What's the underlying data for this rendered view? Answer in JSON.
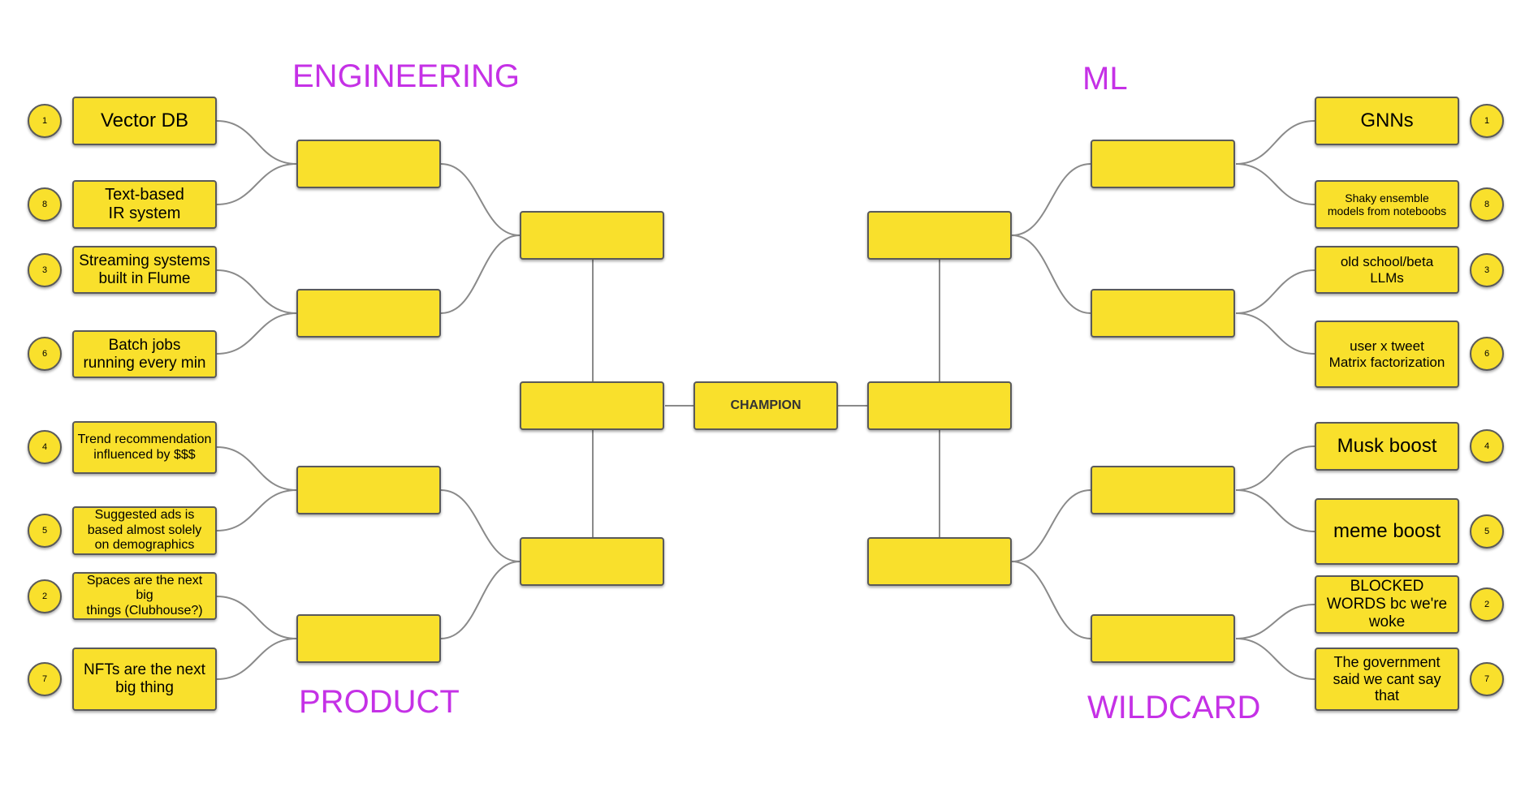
{
  "regions": {
    "engineering": "ENGINEERING",
    "ml": "ML",
    "product": "PRODUCT",
    "wildcard": "WILDCARD"
  },
  "champion_label": "CHAMPION",
  "colors": {
    "box": "#f9e02c",
    "border": "#5a5a5a",
    "region": "#c531e6",
    "line": "#8a8a8a"
  },
  "left_entries": [
    {
      "seed": "1",
      "text": "Vector DB"
    },
    {
      "seed": "8",
      "text": "Text-based\nIR system"
    },
    {
      "seed": "3",
      "text": "Streaming systems\nbuilt in Flume"
    },
    {
      "seed": "6",
      "text": "Batch jobs\nrunning every min"
    },
    {
      "seed": "4",
      "text": "Trend recommendation\ninfluenced by $$$"
    },
    {
      "seed": "5",
      "text": "Suggested ads is\nbased almost solely\non demographics"
    },
    {
      "seed": "2",
      "text": "Spaces are the next big\nthings (Clubhouse?)"
    },
    {
      "seed": "7",
      "text": "NFTs are the next\nbig thing"
    }
  ],
  "right_entries": [
    {
      "seed": "1",
      "text": "GNNs"
    },
    {
      "seed": "8",
      "text": "Shaky ensemble\nmodels from noteboobs"
    },
    {
      "seed": "3",
      "text": "old school/beta\nLLMs"
    },
    {
      "seed": "6",
      "text": "user x tweet\nMatrix factorization"
    },
    {
      "seed": "4",
      "text": "Musk boost"
    },
    {
      "seed": "5",
      "text": "meme boost"
    },
    {
      "seed": "2",
      "text": "BLOCKED\nWORDS bc we're\nwoke"
    },
    {
      "seed": "7",
      "text": "The government\nsaid we cant say\nthat"
    }
  ]
}
